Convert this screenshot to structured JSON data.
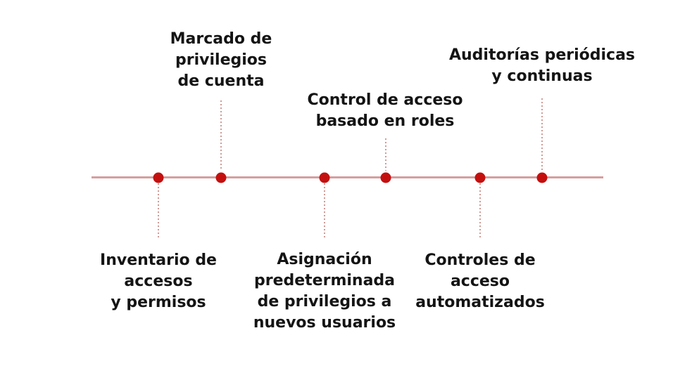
{
  "diagram": {
    "type": "timeline",
    "topic": "privileged-access-controls-timeline",
    "colors": {
      "background": "#ffffff",
      "text": "#141414",
      "dot": "#c3100f",
      "axis": "#d69f9f",
      "connector": "#cf9b95"
    },
    "milestones": [
      {
        "label": "Inventario de accesos y permisos",
        "position": "below",
        "lines": [
          "Inventario de",
          "accesos",
          "y permisos"
        ]
      },
      {
        "label": "Marcado de privilegios de cuenta",
        "position": "above",
        "lines": [
          "Marcado de",
          "privilegios",
          "de cuenta"
        ]
      },
      {
        "label": "Asignación predeterminada de privilegios a nuevos usuarios",
        "position": "below",
        "lines": [
          "Asignación",
          "predeterminada",
          "de privilegios a",
          "nuevos usuarios"
        ]
      },
      {
        "label": "Control de acceso basado en roles",
        "position": "above",
        "lines": [
          "Control de acceso",
          "basado en roles"
        ]
      },
      {
        "label": "Controles de acceso automatizados",
        "position": "below",
        "lines": [
          "Controles de",
          "acceso",
          "automatizados"
        ]
      },
      {
        "label": "Auditorías periódicas y continuas",
        "position": "above",
        "lines": [
          "Auditorías periódicas",
          "y continuas"
        ]
      }
    ]
  }
}
